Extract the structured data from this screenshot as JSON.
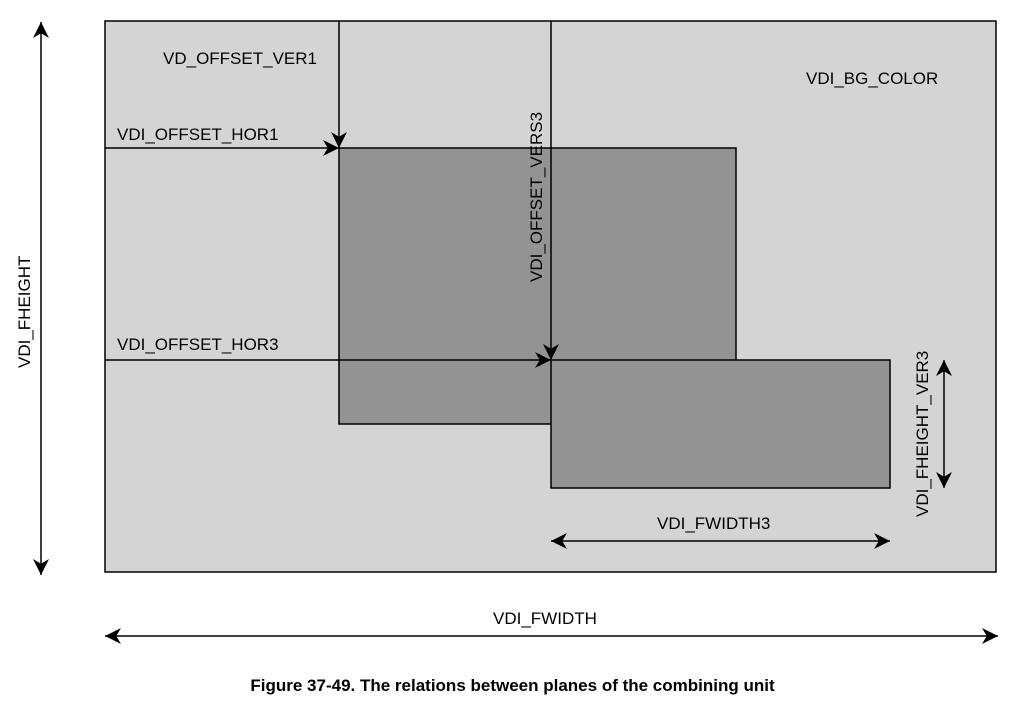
{
  "labels": {
    "bg_color": "VDI_BG_COLOR",
    "offset_ver1": "VD_OFFSET_VER1",
    "offset_hor1": "VDI_OFFSET_HOR1",
    "offset_vers3": "VDI_OFFSET_VERS3",
    "offset_hor3": "VDI_OFFSET_HOR3",
    "fheight": "VDI_FHEIGHT",
    "fheight_ver3": "VDI_FHEIGHT_VER3",
    "fwidth3": "VDI_FWIDTH3",
    "fwidth": "VDI_FWIDTH"
  },
  "caption": "Figure 37-49. The relations between planes of the combining unit",
  "colors": {
    "background_plane": "#d4d4d4",
    "plane": "#939393",
    "stroke": "#000000"
  }
}
